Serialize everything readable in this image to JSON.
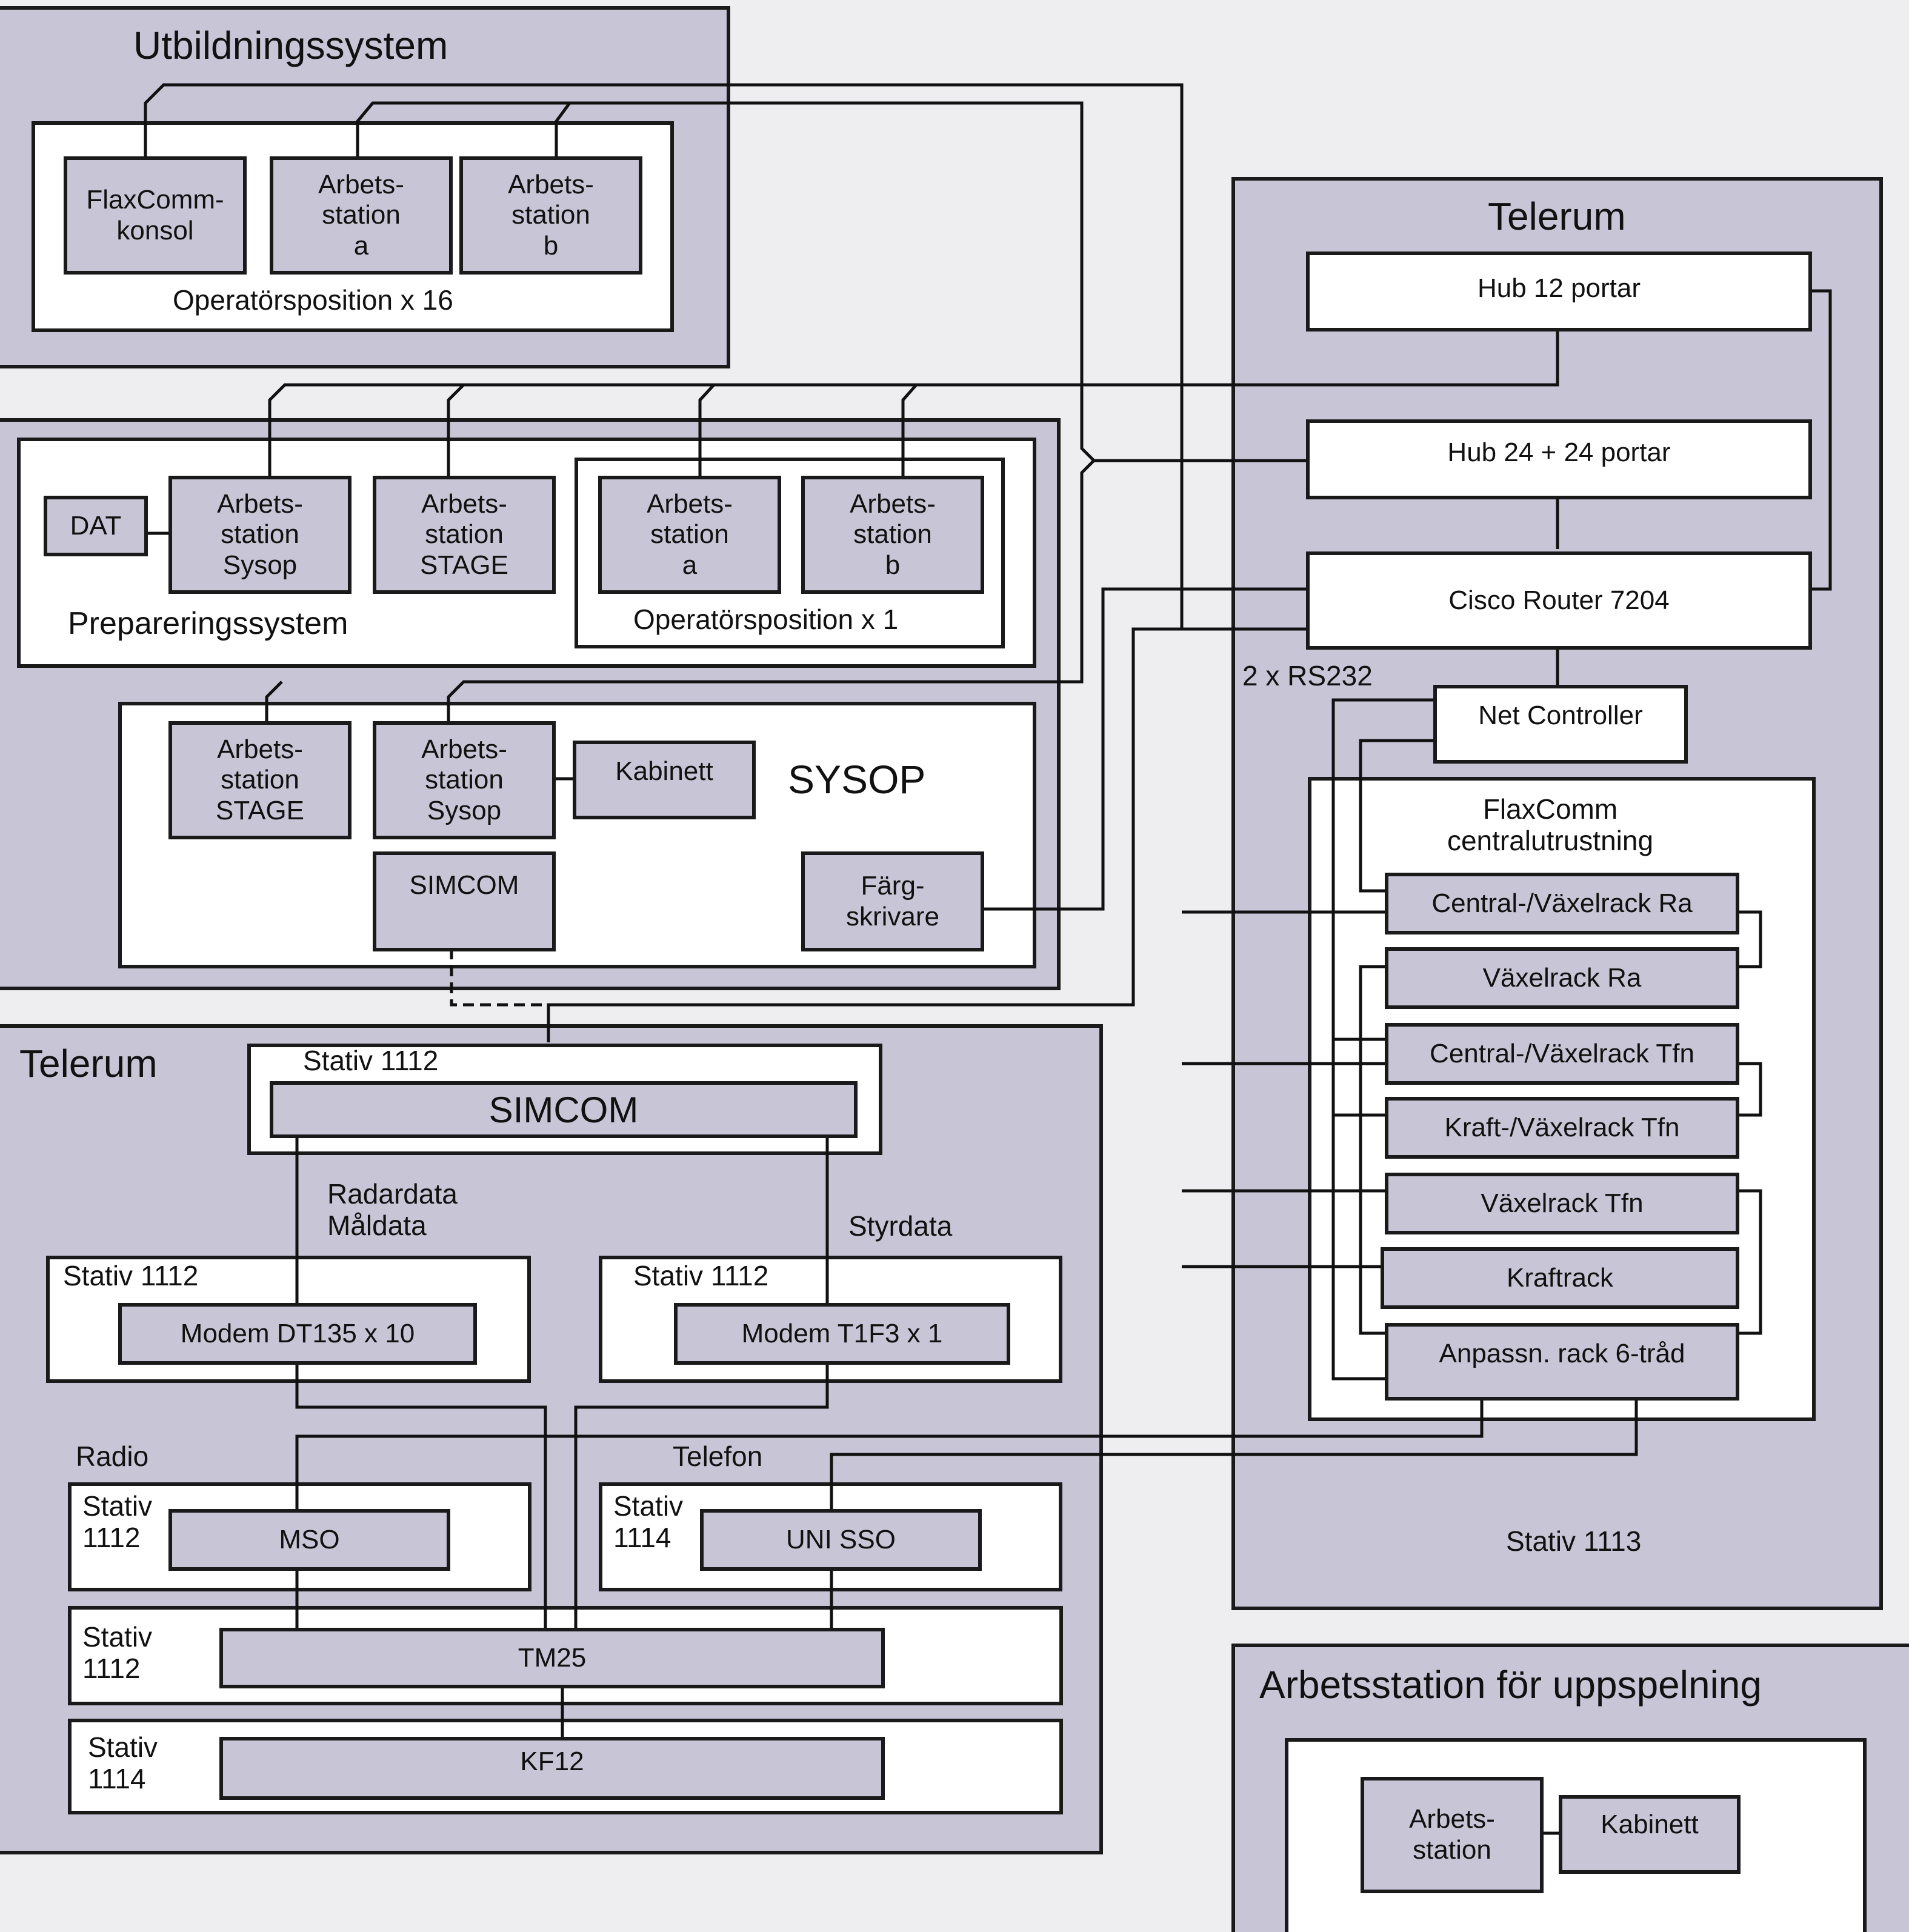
{
  "utbildning": {
    "title": "Utbildningssystem",
    "flaxcomm_konsol": "FlaxComm-\nkonsol",
    "ws_a": "Arbets-\nstation\na",
    "ws_b": "Arbets-\nstation\nb",
    "operator_label": "Operatörsposition x 16"
  },
  "preparering": {
    "title": "Prepareringssystem",
    "dat": "DAT",
    "ws_sysop": "Arbets-\nstation\nSysop",
    "ws_stage": "Arbets-\nstation\nSTAGE",
    "ws_a": "Arbets-\nstation\na",
    "ws_b": "Arbets-\nstation\nb",
    "operator_label": "Operatörsposition x 1"
  },
  "sysop": {
    "title": "SYSOP",
    "ws_stage": "Arbets-\nstation\nSTAGE",
    "ws_sysop": "Arbets-\nstation\nSysop",
    "kabinett": "Kabinett",
    "simcom": "SIMCOM",
    "fargskrivare": "Färg-\nskrivare"
  },
  "telerum_left": {
    "title": "Telerum",
    "stativ_simcom": "Stativ 1112",
    "simcom": "SIMCOM",
    "radardata": "Radardata\nMåldata",
    "styrdata": "Styrdata",
    "stativ_modem_left": "Stativ 1112",
    "modem_dt135": "Modem DT135 x 10",
    "stativ_modem_right": "Stativ 1112",
    "modem_t1f3": "Modem T1F3 x 1",
    "radio": "Radio",
    "telefon": "Telefon",
    "stativ_mso": "Stativ\n1112",
    "mso": "MSO",
    "stativ_unisso": "Stativ\n1114",
    "unisso": "UNI SSO",
    "stativ_tm25": "Stativ\n1112",
    "tm25": "TM25",
    "stativ_kf12": "Stativ\n1114",
    "kf12": "KF12"
  },
  "telerum_right": {
    "title": "Telerum",
    "hub12": "Hub 12 portar",
    "hub24": "Hub 24 + 24 portar",
    "cisco": "Cisco Router 7204",
    "rs232": "2 x RS232",
    "net_controller": "Net Controller",
    "flaxcomm_central": "FlaxComm\ncentralutrustning",
    "racks": [
      "Central-/Växelrack Ra",
      "Växelrack Ra",
      "Central-/Växelrack Tfn",
      "Kraft-/Växelrack Tfn",
      "Växelrack Tfn",
      "Kraftrack",
      "Anpassn. rack 6-tråd"
    ],
    "stativ": "Stativ 1113"
  },
  "uppspelning": {
    "title": "Arbetsstation för uppspelning",
    "ws": "Arbets-\nstation",
    "kabinett": "Kabinett"
  }
}
